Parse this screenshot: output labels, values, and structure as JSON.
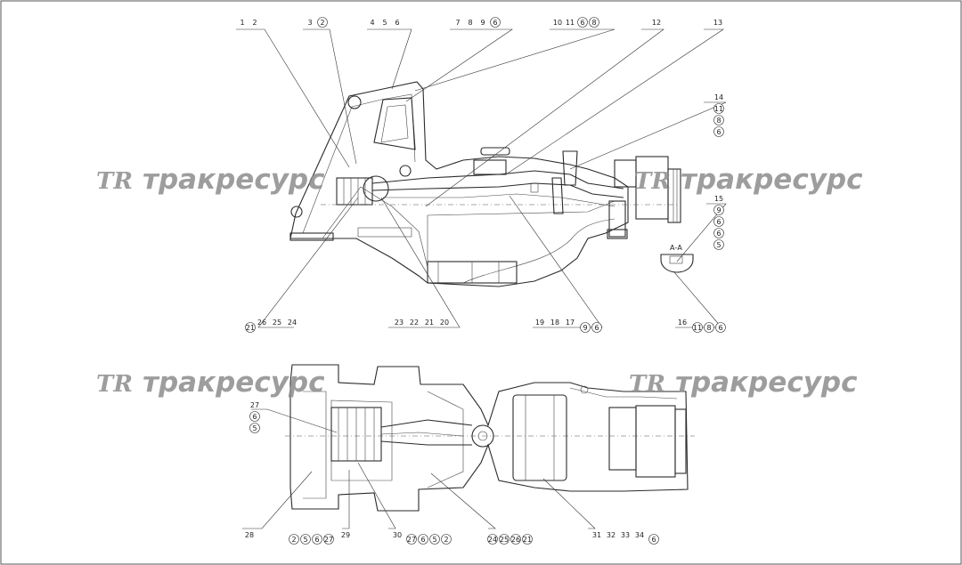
{
  "watermark": {
    "logo": "TR",
    "text": "тракресурс",
    "color": "#8c8c8c"
  },
  "side_view": {
    "top_callouts": [
      {
        "id": "c1",
        "nums": [
          "1",
          "2"
        ],
        "circled": []
      },
      {
        "id": "c2",
        "nums": [
          "3"
        ],
        "circled": [
          "2"
        ]
      },
      {
        "id": "c3",
        "nums": [
          "4",
          "5",
          "6"
        ],
        "circled": []
      },
      {
        "id": "c4",
        "nums": [
          "7",
          "8",
          "9"
        ],
        "circled": [
          "6"
        ]
      },
      {
        "id": "c5",
        "nums": [
          "10",
          "11"
        ],
        "circled": [
          "6",
          "8"
        ]
      },
      {
        "id": "c6",
        "nums": [
          "12"
        ],
        "circled": []
      },
      {
        "id": "c7",
        "nums": [
          "13"
        ],
        "circled": []
      }
    ],
    "right_callouts": [
      {
        "id": "c14",
        "num": "14",
        "circled": [
          "11",
          "8",
          "6"
        ]
      },
      {
        "id": "c15",
        "num": "15",
        "circled": [
          "9",
          "6",
          "6",
          "5"
        ]
      }
    ],
    "section_label": "А-А",
    "bottom_callouts": [
      {
        "id": "b1",
        "circled_first": [
          "21"
        ],
        "nums": [
          "26",
          "25",
          "24"
        ],
        "circled_last": []
      },
      {
        "id": "b2",
        "circled_first": [],
        "nums": [
          "23",
          "22",
          "21",
          "20"
        ],
        "circled_last": []
      },
      {
        "id": "b3",
        "circled_first": [],
        "nums": [
          "19",
          "18",
          "17"
        ],
        "circled_last": [
          "9",
          "6"
        ]
      },
      {
        "id": "b4",
        "circled_first": [],
        "nums": [
          "16"
        ],
        "circled_last": [
          "11",
          "8",
          "6"
        ]
      }
    ]
  },
  "plan_view": {
    "left_callout": {
      "num": "27",
      "circled": [
        "6",
        "5"
      ]
    },
    "bottom_callouts": [
      {
        "id": "p28",
        "nums": [
          "28"
        ],
        "circled": []
      },
      {
        "id": "p29",
        "nums": [
          "29"
        ],
        "circled": [
          "2",
          "5",
          "6",
          "27"
        ]
      },
      {
        "id": "p30",
        "nums": [
          "30"
        ],
        "circled": [
          "27",
          "6",
          "5",
          "2"
        ]
      },
      {
        "id": "p24",
        "nums": [],
        "circled": [
          "24",
          "25",
          "26",
          "21"
        ]
      },
      {
        "id": "p31",
        "nums": [
          "31",
          "32",
          "33",
          "34"
        ],
        "circled": [
          "6"
        ]
      }
    ]
  }
}
